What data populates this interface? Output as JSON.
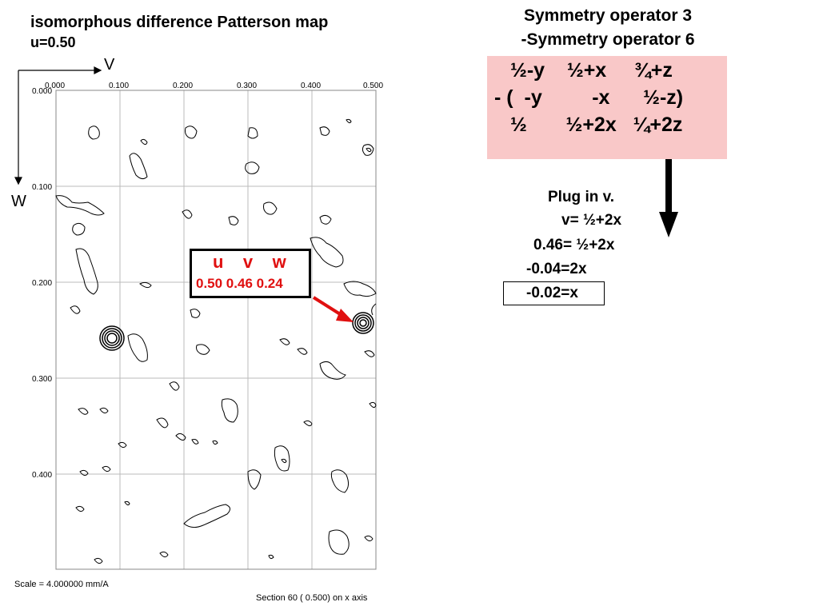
{
  "map": {
    "title": "isomorphous difference Patterson map",
    "section_label": "u=0.50",
    "axis_v": "V",
    "axis_w": "W",
    "x_ticks": [
      "0.000",
      "0.100",
      "0.200",
      "0.300",
      "0.400",
      "0.500"
    ],
    "y_ticks": [
      "0.000",
      "0.100",
      "0.200",
      "0.300",
      "0.400"
    ],
    "scale": "Scale = 4.000000 mm/A",
    "section": "Section   60 (   0.500) on x axis"
  },
  "peak_box": {
    "headers": "u    v    w",
    "values": "0.50 0.46 0.24",
    "color": "#e01010"
  },
  "operators": {
    "op3": "Symmetry operator 3",
    "op6": "-Symmetry operator 6",
    "row1": "½-y    ½+x     ¾+z",
    "row2": "- (  -y         -x      ½-z)",
    "row3": "½       ½+2x   ¼+2z",
    "box_color": "#f9c8c8"
  },
  "solution": {
    "title": "Plug in v.",
    "line1": "v= ½+2x",
    "line2": "0.46= ½+2x",
    "line3": "-0.04=2x",
    "line4": "-0.02=x"
  }
}
